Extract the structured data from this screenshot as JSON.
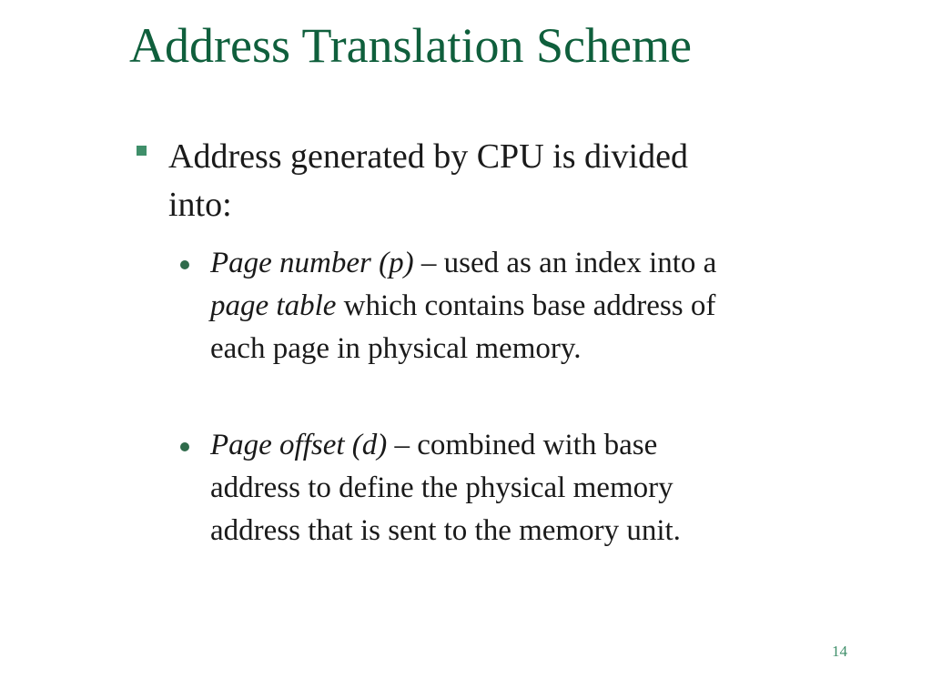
{
  "slide": {
    "title": "Address Translation Scheme",
    "bullet": {
      "text_line1": "Address generated by CPU is divided",
      "text_line2": "into:"
    },
    "sub_bullets": [
      {
        "term": "Page number (p)",
        "dash": " – ",
        "desc_part1": "used as an index into a",
        "term2": "page table",
        "desc_part2": " which contains base address of",
        "desc_part3": "each page in physical memory."
      },
      {
        "term": "Page offset (d)",
        "dash": " – ",
        "desc_part1": "combined with base",
        "desc_part2": "address to define the physical memory",
        "desc_part3": "address that is sent to the memory unit."
      }
    ],
    "page_number": "14"
  },
  "colors": {
    "title": "#0f5f3c",
    "bullet_marker": "#3f8f6a",
    "body_text": "#1a1a1a",
    "page_number": "#3f8f6a"
  }
}
